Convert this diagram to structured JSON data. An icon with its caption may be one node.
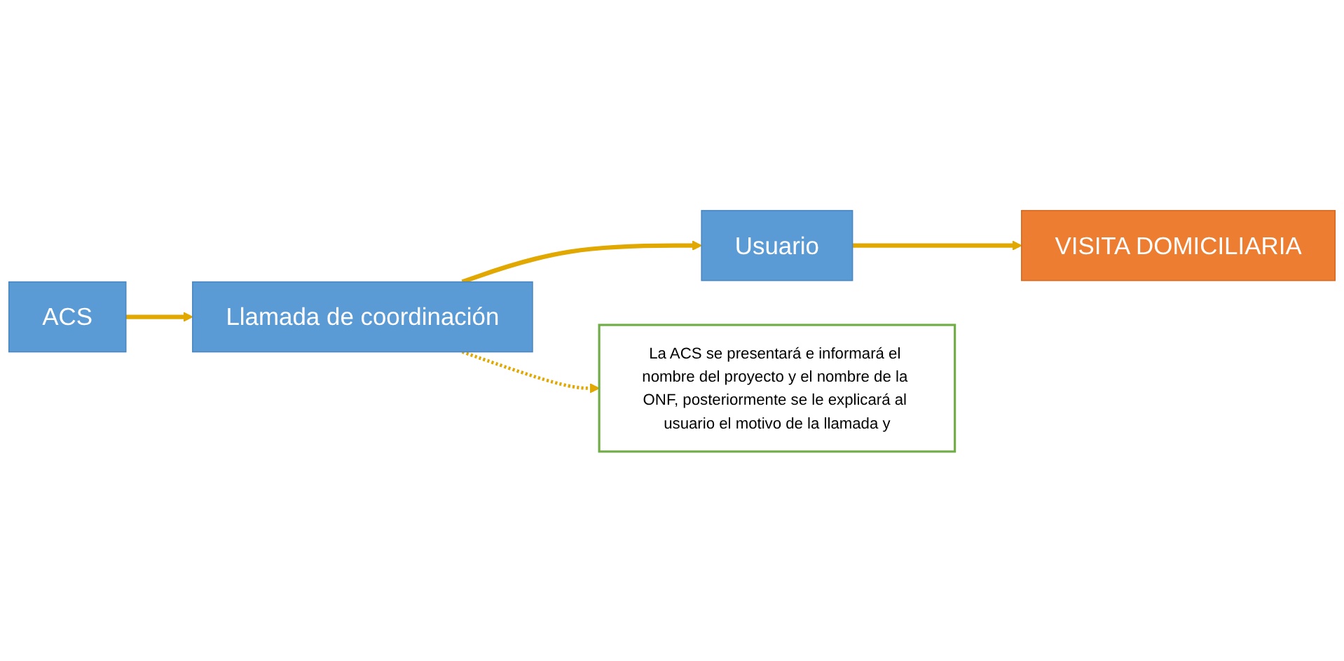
{
  "diagram": {
    "nodes": [
      {
        "text": [
          "ACS"
        ]
      },
      {
        "text": [
          "Llamada de coordinación"
        ]
      },
      {
        "text": [
          "Usuario"
        ]
      },
      {
        "text": [
          "VISITA DOMICILIARIA"
        ]
      },
      {
        "text": [
          "La ACS se presentará e informará el nombre del proyecto y el nombre de la ONF, posteriormente se le explicará al usuario el motivo de la llamada y"
        ]
      }
    ],
    "edges": [
      {
        "from": 0,
        "to": 1,
        "arrow": "to"
      },
      {
        "from": 1,
        "to": 2,
        "arrow": "to"
      },
      {
        "from": 2,
        "to": 3,
        "arrow": "to"
      },
      {
        "from": 1,
        "to": 4,
        "arrow": "to",
        "style": "dashed"
      }
    ]
  }
}
